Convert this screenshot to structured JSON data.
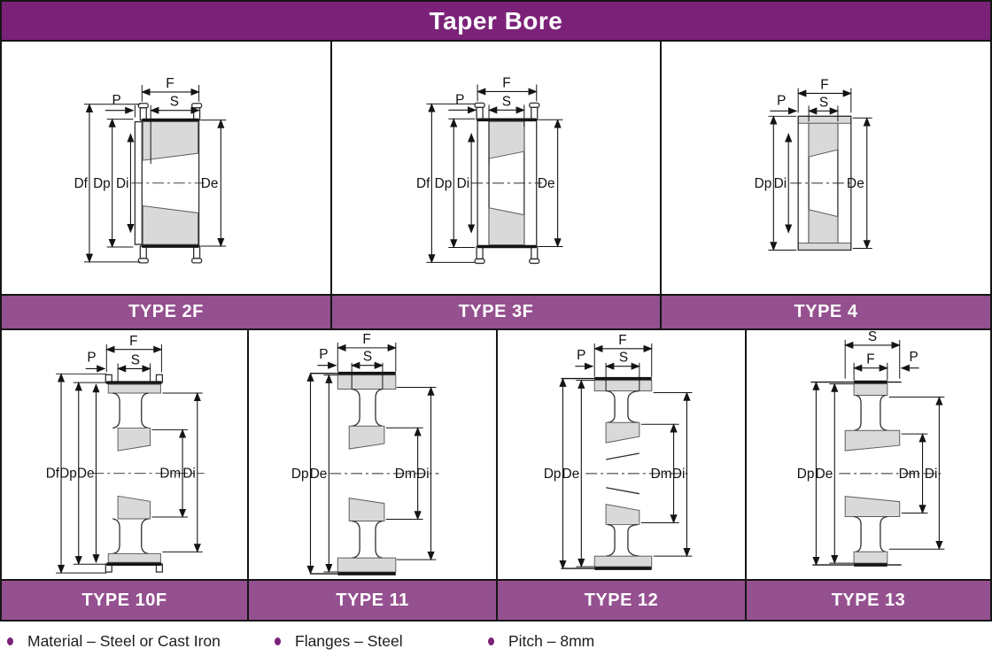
{
  "title": "Taper Bore",
  "labels": {
    "F": "F",
    "S": "S",
    "P": "P",
    "Df": "Df",
    "Dp": "Dp",
    "Di": "Di",
    "De": "De",
    "Dm": "Dm"
  },
  "types": [
    {
      "label": "TYPE 2F"
    },
    {
      "label": "TYPE 3F"
    },
    {
      "label": "TYPE 4"
    },
    {
      "label": "TYPE 10F"
    },
    {
      "label": "TYPE 11"
    },
    {
      "label": "TYPE 12"
    },
    {
      "label": "TYPE 13"
    }
  ],
  "notes": [
    {
      "text": "Material – Steel or Cast Iron"
    },
    {
      "text": "Flanges – Steel"
    },
    {
      "text": "Pitch – 8mm"
    }
  ],
  "colors": {
    "header_purple": "#7b2278",
    "band_purple": "#95508f",
    "bullet_purple": "#7b2278",
    "pulley_fill": "#d9d9d9"
  }
}
